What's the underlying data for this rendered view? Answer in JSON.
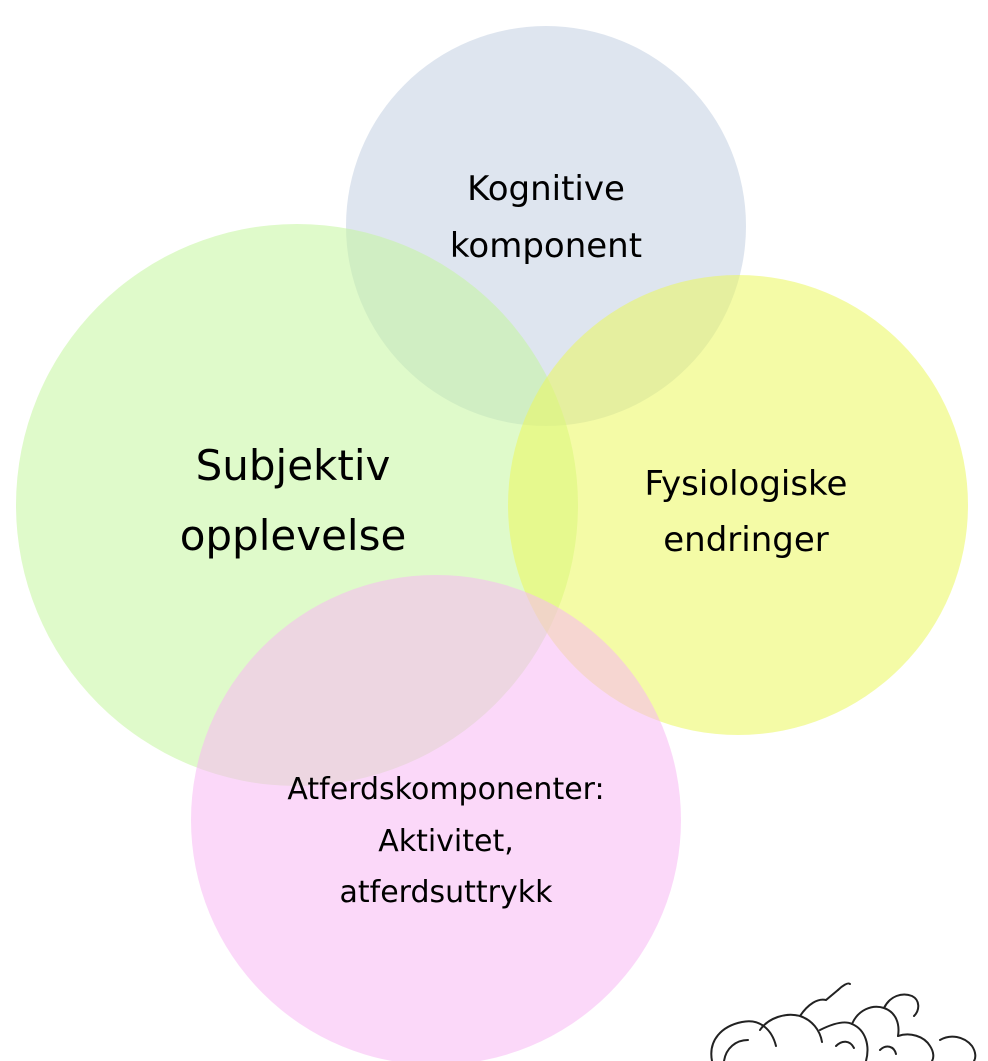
{
  "circles": [
    {
      "id": "kognitive",
      "lines": [
        "Kognitive",
        "komponent"
      ],
      "color": "#c3cfe2"
    },
    {
      "id": "subjektiv",
      "lines": [
        "Subjektiv",
        "opplevelse"
      ],
      "color": "#c4f59e"
    },
    {
      "id": "fysiologiske",
      "lines": [
        "Fysiologiske",
        "endringer"
      ],
      "color": "#ebf85c"
    },
    {
      "id": "atferd",
      "lines": [
        "Atferdskomponenter:",
        "Aktivitet,",
        "atferdsuttrykk"
      ],
      "color": "#f8b8f4"
    }
  ],
  "illustration": {
    "icon": "sketch-figures-icon"
  }
}
